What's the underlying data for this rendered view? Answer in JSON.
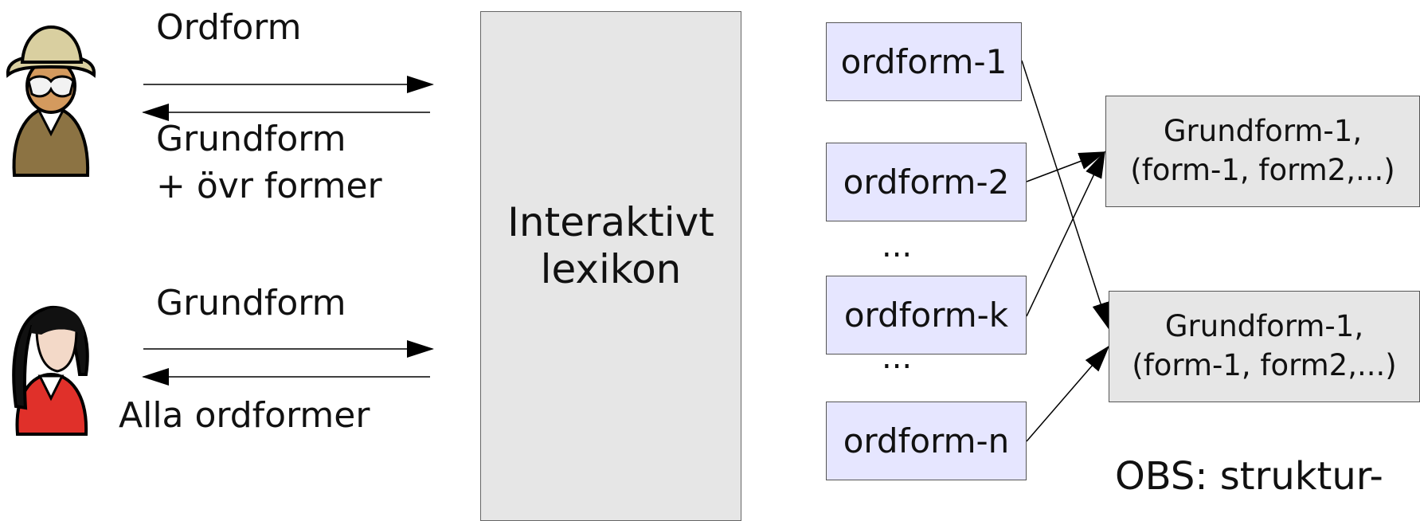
{
  "left": {
    "top_request": "Ordform",
    "top_response_line1": "Grundform",
    "top_response_line2": "+ övr former",
    "bottom_request": "Grundform",
    "bottom_response": "Alla ordformer"
  },
  "center": {
    "line1": "Interaktivt",
    "line2": "lexikon"
  },
  "word_forms": [
    "ordform-1",
    "ordform-2",
    "ordform-k",
    "ordform-n"
  ],
  "ellipsis": [
    "...",
    "..."
  ],
  "base_forms": [
    {
      "line1": "Grundform-1,",
      "line2": "(form-1, form2,...)"
    },
    {
      "line1": "Grundform-1,",
      "line2": "(form-1, form2,...)"
    }
  ],
  "note": "OBS: struktur-",
  "icons": {
    "top_user": "man-with-hat-and-glasses-icon",
    "bottom_user": "woman-with-black-hair-icon"
  },
  "colors": {
    "center_box": "#e6e6e6",
    "word_box": "#e6e6ff",
    "base_box": "#e6e6e6",
    "hat": "#d9cfa0",
    "man_body": "#8c7343",
    "woman_top": "#e0302a",
    "hair": "#111111"
  }
}
